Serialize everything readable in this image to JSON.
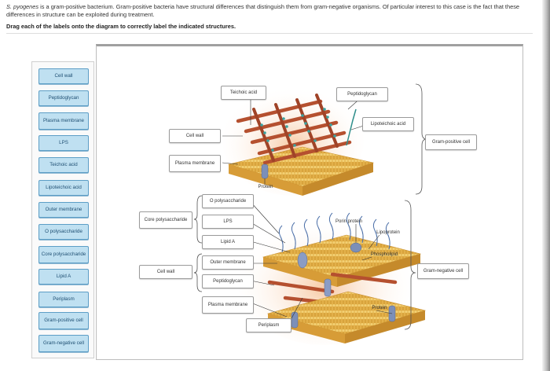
{
  "intro": {
    "species": "S. pyogenes",
    "text": " is a gram-positive bacterium. Gram-positive bacteria have structural differences that distinguish them from gram-negative organisms. Of particular interest to this case is the fact that these differences in structure can be exploited during treatment."
  },
  "instruction": "Drag each of the labels onto the diagram to correctly label the indicated structures.",
  "labels": [
    {
      "text": "Cell wall"
    },
    {
      "text": "Peptidoglycan"
    },
    {
      "text": "Plasma membrane"
    },
    {
      "text": "LPS"
    },
    {
      "text": "Teichoic acid"
    },
    {
      "text": "Lipoteichoic acid"
    },
    {
      "text": "Outer membrane"
    },
    {
      "text": "O polysaccharide"
    },
    {
      "text": "Core polysaccharide"
    },
    {
      "text": "Lipid A"
    },
    {
      "text": "Periplasm"
    },
    {
      "text": "Gram-positive cell"
    },
    {
      "text": "Gram-negative cell"
    }
  ],
  "diagram": {
    "gram_positive": {
      "teichoic_acid": "Teichoic acid",
      "peptidoglycan": "Peptidoglycan",
      "lipoteichoic_acid": "Lipoteichoic acid",
      "cell_wall": "Cell wall",
      "plasma_membrane": "Plasma membrane",
      "cell": "Gram-positive cell",
      "protein": "Protein"
    },
    "gram_negative": {
      "o_polysaccharide": "O polysaccharide",
      "core_polysaccharide": "Core polysaccharide",
      "lps": "LPS",
      "lipid_a": "Lipid A",
      "cell_wall": "Cell wall",
      "outer_membrane": "Outer membrane",
      "peptidoglycan": "Peptidoglycan",
      "plasma_membrane": "Plasma membrane",
      "periplasm": "Periplasm",
      "porin_protein": "Porin protein",
      "lipoprotein": "Lipoprotein",
      "phospholipid": "Phospholipid",
      "protein": "Protein",
      "cell": "Gram-negative cell"
    }
  },
  "colors": {
    "label_fill": "#bfe0f1",
    "label_border": "#5d9ec6",
    "membrane": "#e0a93a",
    "peptidoglycan_rod": "#b5502f",
    "teichoic": "#3aa3a0",
    "protein": "#7c8fb8"
  }
}
